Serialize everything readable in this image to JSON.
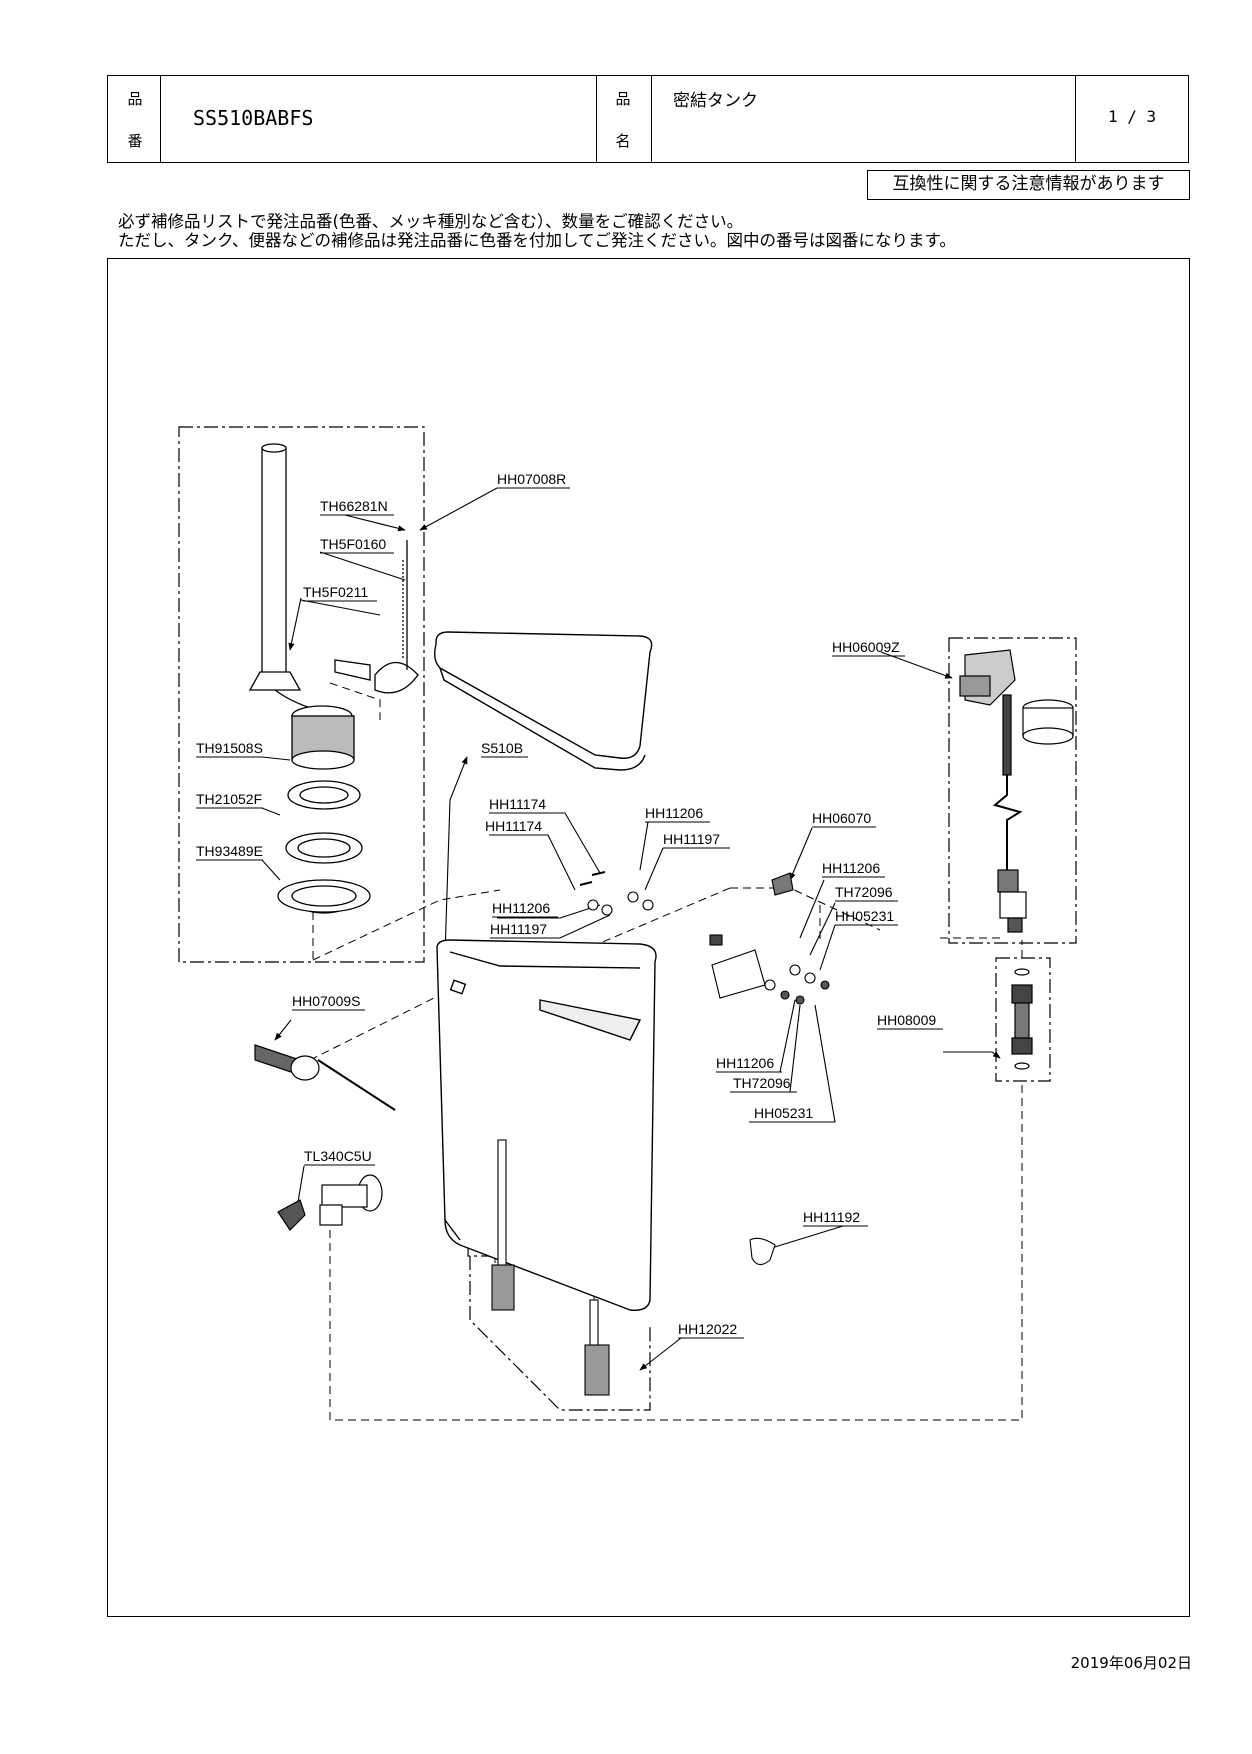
{
  "header": {
    "part_no_label_1": "品",
    "part_no_label_2": "番",
    "part_no": "SS510BABFS",
    "name_label_1": "品",
    "name_label_2": "名",
    "name": "密結タンク",
    "page": "1 / 3"
  },
  "notice": "互換性に関する注意情報があります",
  "notes": [
    "必ず補修品リストで発注品番(色番、メッキ種別など含む）、数量をご確認ください。",
    "ただし、タンク、便器などの補修品は発注品番に色番を付加してご発注ください。図中の番号は図番になります。"
  ],
  "labels": {
    "hh07008r": "HH07008R",
    "th66281n": "TH66281N",
    "th5f0160": "TH5F0160",
    "th5f0211": "TH5F0211",
    "th91508s": "TH91508S",
    "th21052f": "TH21052F",
    "th93489e": "TH93489E",
    "s510b": "S510B",
    "hh11174a": "HH11174",
    "hh11174b": "HH11174",
    "hh11206a": "HH11206",
    "hh11197a": "HH11197",
    "hh11206b": "HH11206",
    "hh11197b": "HH11197",
    "hh06070": "HH06070",
    "hh11206c": "HH11206",
    "th72096a": "TH72096",
    "hh05231a": "HH05231",
    "hh06009z": "HH06009Z",
    "hh07009s": "HH07009S",
    "hh11206d": "HH11206",
    "th72096b": "TH72096",
    "hh05231b": "HH05231",
    "hh08009": "HH08009",
    "tl340c5u": "TL340C5U",
    "hh11192": "HH11192",
    "hh12022": "HH12022"
  },
  "date": "2019年06月02日"
}
